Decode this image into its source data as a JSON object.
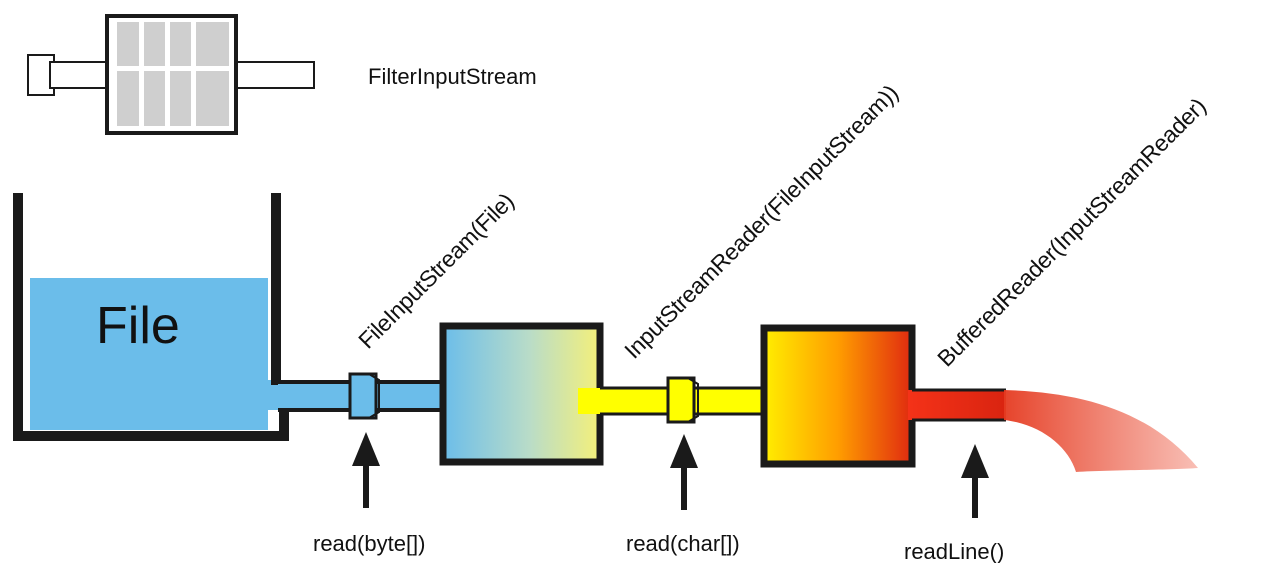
{
  "legend": {
    "label": "FilterInputStream"
  },
  "tank": {
    "label": "File"
  },
  "stages": [
    {
      "label": "FileInputStream(File)"
    },
    {
      "label": "InputStreamReader(FileInputStream))"
    },
    {
      "label": "BufferedReader(InputStreamReader)"
    }
  ],
  "read_points": [
    {
      "label": "read(byte[])"
    },
    {
      "label": "read(char[])"
    },
    {
      "label": "readLine()"
    }
  ],
  "colors": {
    "water": "#6bbdea",
    "yellow": "#ffff00",
    "orange": "#ff9900",
    "red": "#e32a10",
    "outline": "#1a1a1a",
    "filter_gray": "#cfcfcf"
  }
}
